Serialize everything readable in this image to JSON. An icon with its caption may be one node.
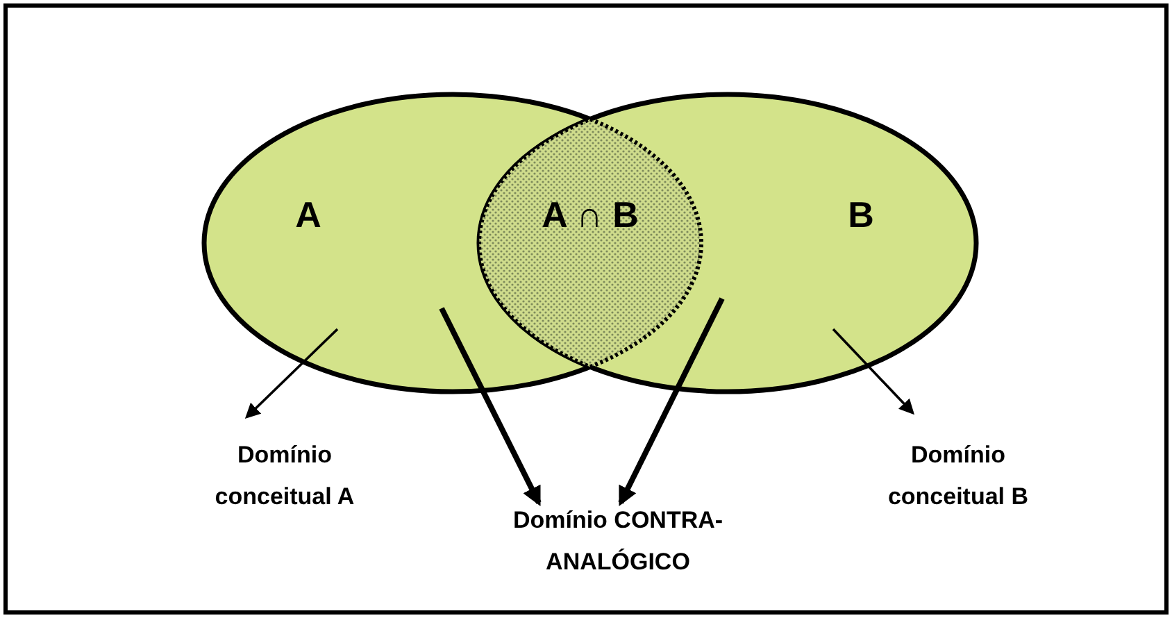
{
  "diagram": {
    "nodes": [
      {
        "text": [
          "A"
        ]
      },
      {
        "text": [
          "B"
        ]
      },
      {
        "text": [
          "A ∩ B"
        ]
      },
      {
        "text": [
          "Domínio conceitual A"
        ]
      },
      {
        "text": [
          "Domínio CONTRA-ANALÓGICO"
        ]
      },
      {
        "text": [
          "Domínio conceitual B"
        ]
      }
    ],
    "edges": [
      {
        "from": 0,
        "to": 3,
        "arrow": "to"
      },
      {
        "from": 0,
        "to": 4,
        "arrow": "to",
        "style": "thick"
      },
      {
        "from": 1,
        "to": 4,
        "arrow": "to",
        "style": "thick"
      },
      {
        "from": 1,
        "to": 5,
        "arrow": "to"
      }
    ]
  }
}
